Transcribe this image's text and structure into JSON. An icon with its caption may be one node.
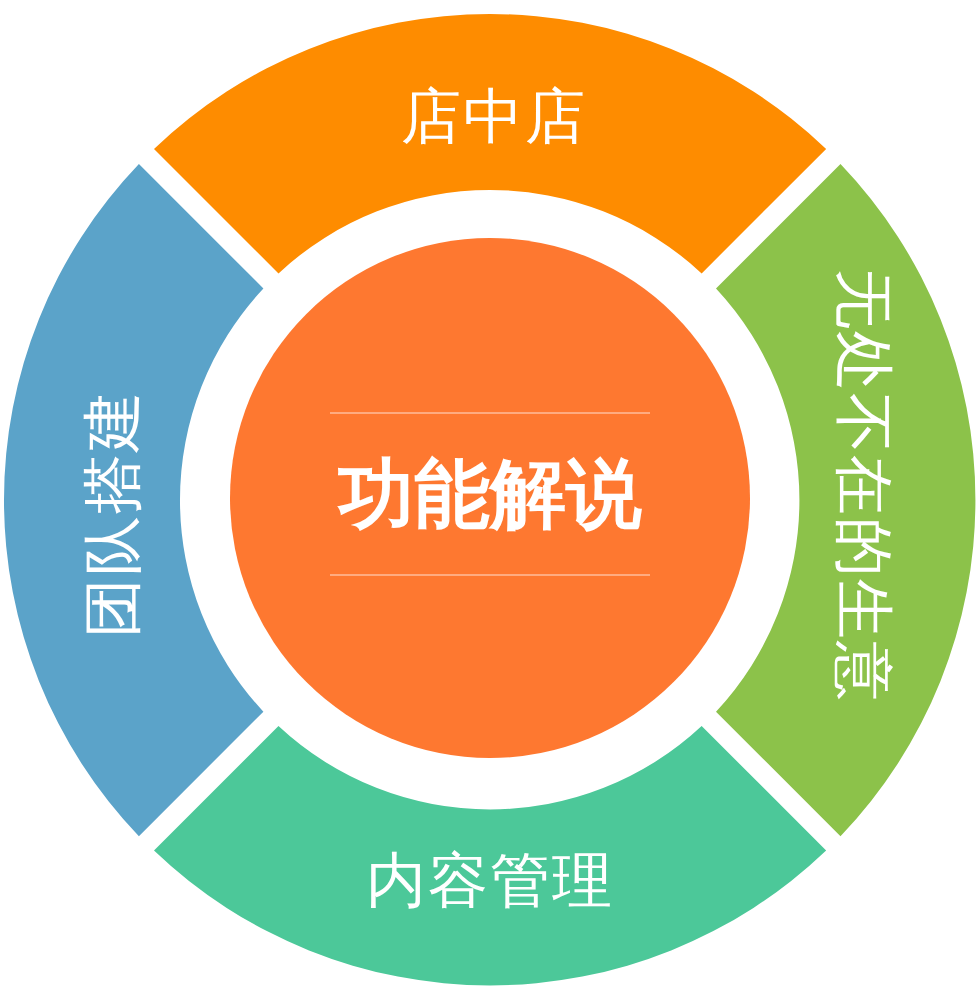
{
  "diagram": {
    "nodes": [
      {
        "text": [
          "功能解说"
        ]
      },
      {
        "text": [
          "店中店"
        ]
      },
      {
        "text": [
          "无处不在的生意"
        ]
      },
      {
        "text": [
          "内容管理"
        ]
      },
      {
        "text": [
          "团队搭建"
        ]
      }
    ]
  }
}
